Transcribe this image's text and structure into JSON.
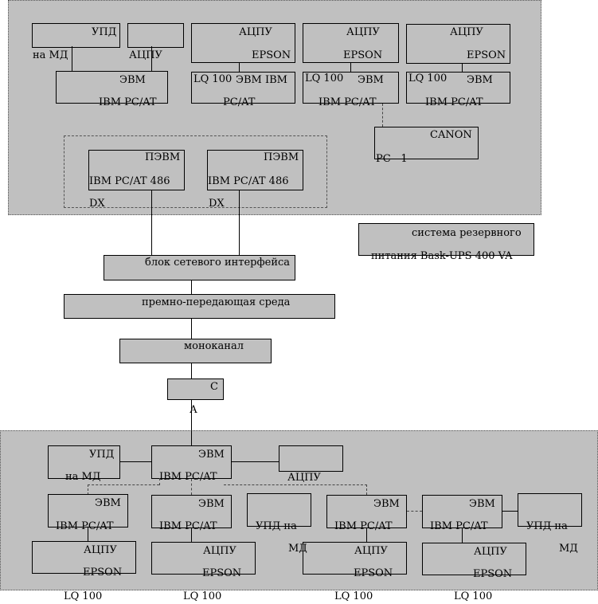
{
  "top": {
    "upd": "УПД",
    "upd_sub": "на МД",
    "acpu_label": "АЦПУ",
    "evm1": [
      "ЭВМ",
      "IBM PC/AT"
    ],
    "p1": [
      "АЦПУ",
      "EPSON"
    ],
    "evm2": [
      "LQ 100",
      "ЭВМ IBM",
      "PC/AT"
    ],
    "p2": [
      "АЦПУ",
      "EPSON"
    ],
    "evm3": [
      "LQ 100",
      "ЭВМ",
      "IBM PC/AT"
    ],
    "p3": [
      "АЦПУ",
      "EPSON"
    ],
    "evm4": [
      "LQ 100",
      "ЭВМ",
      "IBM PC/AT"
    ],
    "canon": [
      "CANON",
      "PC - 1"
    ],
    "pevm1": [
      "ПЭВМ",
      "IBM  PC/AT  486",
      "DX"
    ],
    "pevm2": [
      "ПЭВМ",
      "IBM  PC/AT  486",
      "DX"
    ]
  },
  "ups": [
    "система резервного",
    "питания Bask-UPS 400 VA"
  ],
  "chain": {
    "interface": "блок сетевого интерфейса",
    "medium": "премно-передающая среда",
    "monochannel": "моноканал",
    "c": "С",
    "a": "А"
  },
  "bottom": {
    "upd": [
      "УПД",
      "на МД"
    ],
    "evm_main": [
      "ЭВМ",
      "IBM PC/AT"
    ],
    "acpu": "АЦПУ",
    "evm": [
      "ЭВМ",
      "IBM PC/AT"
    ],
    "upd_na": [
      "УПД на",
      "МД"
    ],
    "printer": [
      "АЦПУ",
      "EPSON",
      "LQ 100"
    ]
  }
}
